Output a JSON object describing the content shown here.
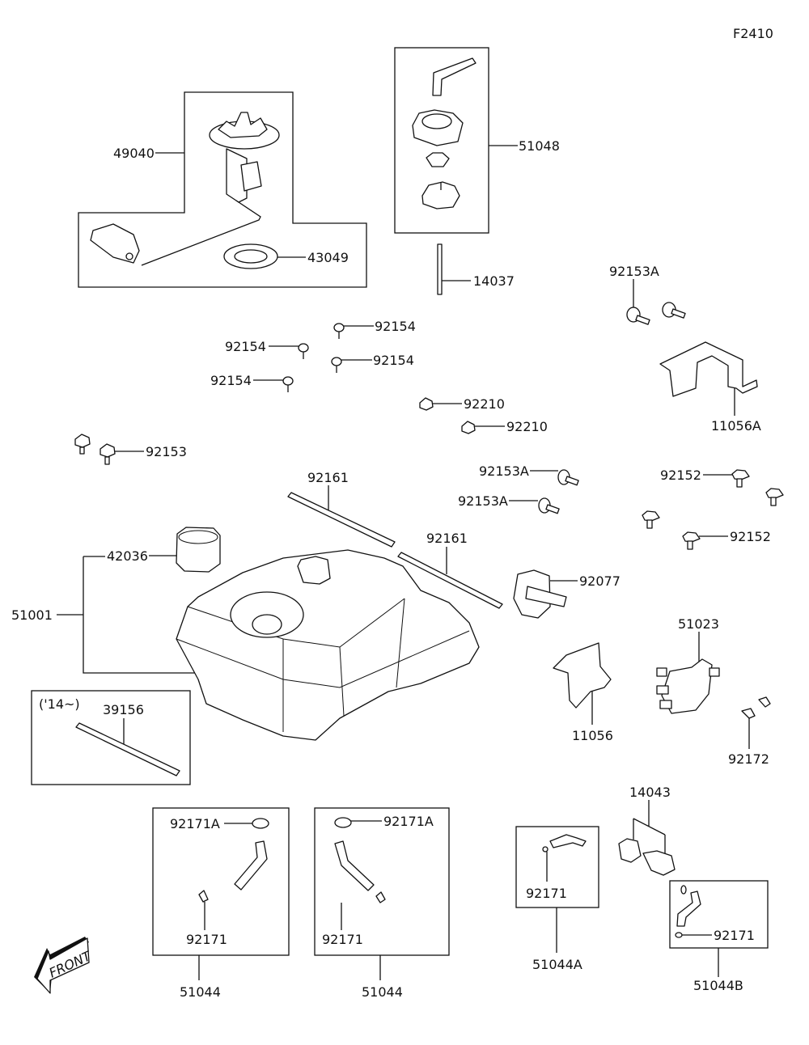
{
  "diagram": {
    "figure_code": "F2410",
    "front_marker": "FRONT",
    "labels": {
      "fuel_pump": "49040",
      "pump_seal": "43049",
      "cap_assy": "51048",
      "strip_14037": "14037",
      "bolt_92153A_top": "92153A",
      "bracket_11056A": "11056A",
      "screw_92154_a": "92154",
      "screw_92154_b": "92154",
      "screw_92154_c": "92154",
      "screw_92154_d": "92154",
      "nut_92210_a": "92210",
      "nut_92210_b": "92210",
      "bolt_92153": "92153",
      "bolt_92153A_a": "92153A",
      "bolt_92153A_b": "92153A",
      "bolt_92152_a": "92152",
      "bolt_92152_b": "92152",
      "pad_92161_a": "92161",
      "pad_92161_b": "92161",
      "filter_42036": "42036",
      "tank_51001": "51001",
      "grommet_92077": "92077",
      "valve_51023": "51023",
      "bracket_11056": "11056",
      "clamp_92172": "92172",
      "pad_39156": "39156",
      "pad_39156_note": "('14~)",
      "clamp_92171A_left": "92171A",
      "clamp_92171_left": "92171",
      "hose_51044_left": "51044",
      "clamp_92171A_right": "92171A",
      "clamp_92171_right": "92171",
      "hose_51044_right": "51044",
      "cover_14043": "14043",
      "clamp_92171_a": "92171",
      "hose_51044A": "51044A",
      "clamp_92171_b": "92171",
      "hose_51044B": "51044B"
    }
  }
}
